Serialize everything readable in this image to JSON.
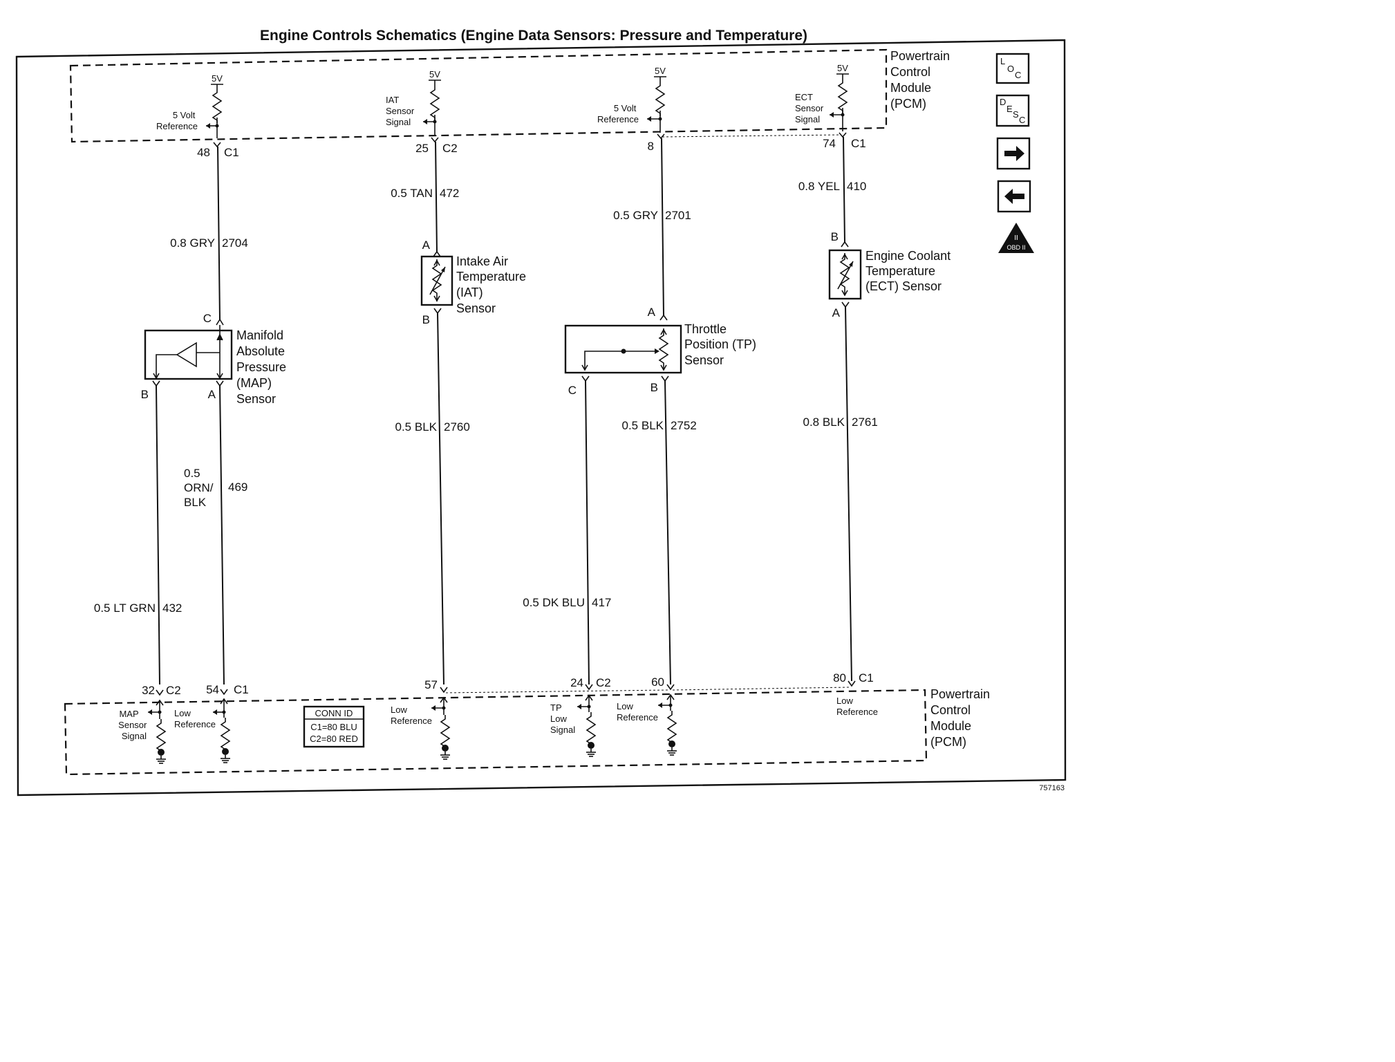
{
  "title": "Engine Controls Schematics (Engine Data Sensors: Pressure and Temperature)",
  "diagram_id": "757163",
  "pcm_top": {
    "name": [
      "Powertrain",
      "Control",
      "Module",
      "(PCM)"
    ]
  },
  "pcm_bottom": {
    "name": [
      "Powertrain",
      "Control",
      "Module",
      "(PCM)"
    ]
  },
  "voltage": "5V",
  "top_circuits": [
    {
      "label": [
        "5 Volt",
        "Reference"
      ],
      "pin": "48",
      "conn": "C1"
    },
    {
      "label": [
        "IAT",
        "Sensor",
        "Signal"
      ],
      "pin": "25",
      "conn": "C2"
    },
    {
      "label": [
        "5 Volt",
        "Reference"
      ],
      "pin": "8",
      "conn": ""
    },
    {
      "label": [
        "ECT",
        "Sensor",
        "Signal"
      ],
      "pin": "74",
      "conn": "C1"
    }
  ],
  "wires": {
    "map_ref": {
      "size": "0.8 GRY",
      "circuit": "2704"
    },
    "iat_sig": {
      "size": "0.5 TAN",
      "circuit": "472"
    },
    "tp_ref": {
      "size": "0.5 GRY",
      "circuit": "2701"
    },
    "ect_sig": {
      "size": "0.8 YEL",
      "circuit": "410"
    },
    "map_low": {
      "size": [
        "0.5",
        "ORN/",
        "BLK"
      ],
      "circuit": "469"
    },
    "map_sig": {
      "size": "0.5 LT GRN",
      "circuit": "432"
    },
    "iat_low": {
      "size": "0.5 BLK",
      "circuit": "2760"
    },
    "tp_sig": {
      "size": "0.5 DK BLU",
      "circuit": "417"
    },
    "tp_low": {
      "size": "0.5 BLK",
      "circuit": "2752"
    },
    "ect_low": {
      "size": "0.8 BLK",
      "circuit": "2761"
    }
  },
  "sensors": {
    "map": {
      "name": [
        "Manifold",
        "Absolute",
        "Pressure",
        "(MAP)",
        "Sensor"
      ],
      "pins": [
        "C",
        "B",
        "A"
      ]
    },
    "iat": {
      "name": [
        "Intake Air",
        "Temperature",
        "(IAT)",
        "Sensor"
      ],
      "pins": [
        "A",
        "B"
      ]
    },
    "tp": {
      "name": [
        "Throttle",
        "Position (TP)",
        "Sensor"
      ],
      "pins": [
        "A",
        "C",
        "B"
      ]
    },
    "ect": {
      "name": [
        "Engine Coolant",
        "Temperature",
        "(ECT) Sensor"
      ],
      "pins": [
        "B",
        "A"
      ]
    }
  },
  "bottom_circuits": [
    {
      "label": [
        "MAP",
        "Sensor",
        "Signal"
      ],
      "pin": "32",
      "conn": "C2"
    },
    {
      "label": [
        "Low",
        "Reference"
      ],
      "pin": "54",
      "conn": "C1"
    },
    {
      "label": [
        "Low",
        "Reference"
      ],
      "pin": "57",
      "conn": ""
    },
    {
      "label": [
        "TP",
        "Low",
        "Signal"
      ],
      "pin": "24",
      "conn": "C2"
    },
    {
      "label": [
        "Low",
        "Reference"
      ],
      "pin": "60",
      "conn": ""
    },
    {
      "label": [
        "Low",
        "Reference"
      ],
      "pin": "80",
      "conn": "C1"
    }
  ],
  "conn_id": {
    "title": "CONN ID",
    "c1": "C1=80 BLU",
    "c2": "C2=80 RED"
  },
  "nav": {
    "loc": {
      "a": "L",
      "b": "O",
      "c": "C"
    },
    "desc": {
      "a": "D",
      "b": "E",
      "c": "S",
      "d": "C"
    },
    "obd": {
      "roman": "II",
      "text": "OBD II"
    }
  }
}
